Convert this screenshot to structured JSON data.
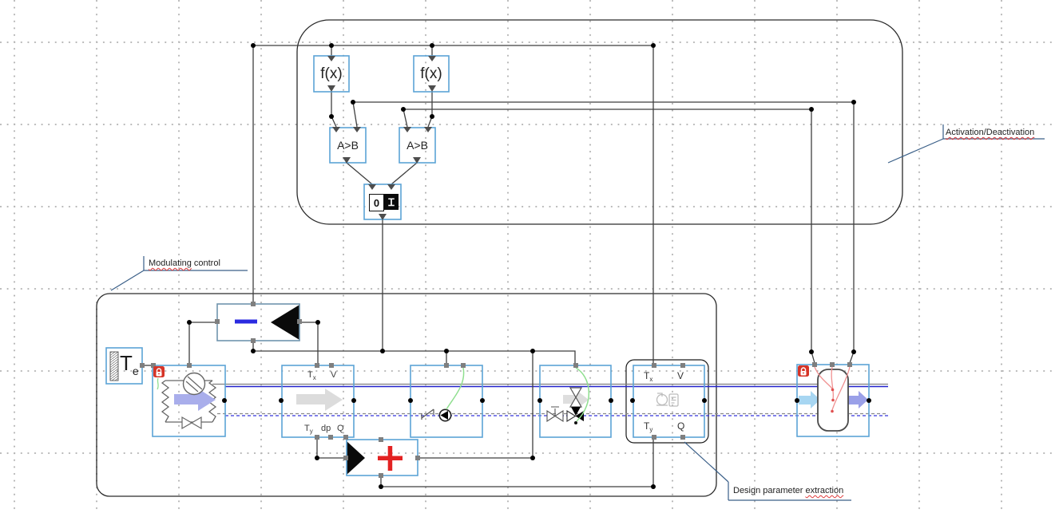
{
  "groups": {
    "activation": {
      "label": "Activation/Deactivation"
    },
    "modulating": {
      "label_word1": "Modulating",
      "label_word2": " control"
    },
    "extraction": {
      "label_word1": "Design parameter ",
      "label_word2": "extraction"
    }
  },
  "blocks": {
    "fx1": {
      "label": "f(x)"
    },
    "fx2": {
      "label": "f(x)"
    },
    "comparator1": {
      "label": "A>B"
    },
    "comparator2": {
      "label": "A>B"
    },
    "switch": {
      "zero": "0",
      "one": "Ɪ"
    },
    "sensor_te": {
      "symbol": "T",
      "subscript": "e"
    }
  },
  "port_labels": {
    "T": "T",
    "x": "x",
    "y": "y",
    "V": "V",
    "dp": "dp",
    "Q": "Q"
  },
  "colors": {
    "block_border": "#5ba3d6",
    "wire": "#3f3f3f",
    "supply_line": "#2222cc",
    "return_line": "#3434dd",
    "leader_line": "#3a5f88",
    "lock_red": "#d63427",
    "minus_sign": "#2a2ae0",
    "plus_sign": "#e32222",
    "signal_green": "#8fdf8f",
    "sensor_curve": "#f09090",
    "arrow_lavender": "#a9aeeb",
    "arrow_lightblue": "#a7d6f2"
  }
}
